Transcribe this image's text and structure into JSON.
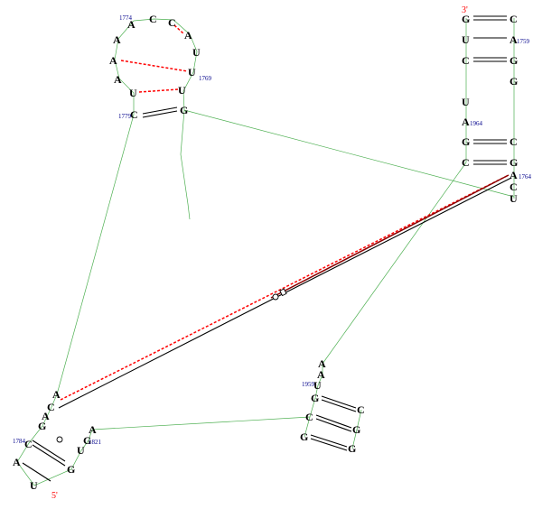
{
  "diagram": {
    "ends": {
      "five": "5'",
      "three": "3'"
    },
    "nucleotides": [
      {
        "id": "a1",
        "base": "A"
      },
      {
        "id": "c1",
        "base": "C"
      },
      {
        "id": "c2",
        "base": "C"
      },
      {
        "id": "a2",
        "base": "A"
      },
      {
        "id": "a3",
        "base": "A"
      },
      {
        "id": "u1",
        "base": "U"
      },
      {
        "id": "a4",
        "base": "A"
      },
      {
        "id": "u2",
        "base": "U"
      },
      {
        "id": "a5",
        "base": "A"
      },
      {
        "id": "u3",
        "base": "U"
      },
      {
        "id": "u4",
        "base": "U"
      },
      {
        "id": "c3",
        "base": "C"
      },
      {
        "id": "g1",
        "base": "G"
      },
      {
        "id": "r_g1",
        "base": "G"
      },
      {
        "id": "r_c1",
        "base": "C"
      },
      {
        "id": "r_u1",
        "base": "U"
      },
      {
        "id": "r_a1",
        "base": "A"
      },
      {
        "id": "r_c2",
        "base": "C"
      },
      {
        "id": "r_g2",
        "base": "G"
      },
      {
        "id": "r_g3",
        "base": "G"
      },
      {
        "id": "r_u2",
        "base": "U"
      },
      {
        "id": "r_a2",
        "base": "A"
      },
      {
        "id": "r_g4",
        "base": "G"
      },
      {
        "id": "r_c3",
        "base": "C"
      },
      {
        "id": "r_c4",
        "base": "C"
      },
      {
        "id": "r_g5",
        "base": "G"
      },
      {
        "id": "r_a3",
        "base": "A"
      },
      {
        "id": "r_c5",
        "base": "C"
      },
      {
        "id": "r_u3",
        "base": "U"
      },
      {
        "id": "m_a1",
        "base": "A"
      },
      {
        "id": "m_a2",
        "base": "A"
      },
      {
        "id": "m_u1",
        "base": "U"
      },
      {
        "id": "m_g1",
        "base": "G"
      },
      {
        "id": "m_c1",
        "base": "C"
      },
      {
        "id": "m_c2",
        "base": "C"
      },
      {
        "id": "m_g2",
        "base": "G"
      },
      {
        "id": "m_g3",
        "base": "G"
      },
      {
        "id": "m_g4",
        "base": "G"
      },
      {
        "id": "l_a1",
        "base": "A"
      },
      {
        "id": "l_c1",
        "base": "C"
      },
      {
        "id": "l_g1",
        "base": "G"
      },
      {
        "id": "l_a2",
        "base": "A"
      },
      {
        "id": "l_c2",
        "base": "C"
      },
      {
        "id": "l_a3",
        "base": "A"
      },
      {
        "id": "l_u1",
        "base": "U"
      },
      {
        "id": "l_g2",
        "base": "G"
      },
      {
        "id": "l_u2",
        "base": "U"
      },
      {
        "id": "l_g3",
        "base": "G"
      },
      {
        "id": "l_a4",
        "base": "A"
      }
    ],
    "numbers": [
      {
        "id": "n1774",
        "text": "1774"
      },
      {
        "id": "n1769",
        "text": "1769"
      },
      {
        "id": "n1779",
        "text": "1779"
      },
      {
        "id": "n1759",
        "text": "1759"
      },
      {
        "id": "n1964",
        "text": "1964"
      },
      {
        "id": "n1764",
        "text": "1764"
      },
      {
        "id": "n1959",
        "text": "1959"
      },
      {
        "id": "n1784",
        "text": "1784"
      },
      {
        "id": "n1821",
        "text": "1821"
      }
    ],
    "colors": {
      "backbone": "#4caf50",
      "canonical_pair": "#000000",
      "noncanonical_pair": "#ff0000",
      "long_range_pair": "#8b0000",
      "index_number": "#00008b",
      "terminus": "#ff0000"
    }
  }
}
